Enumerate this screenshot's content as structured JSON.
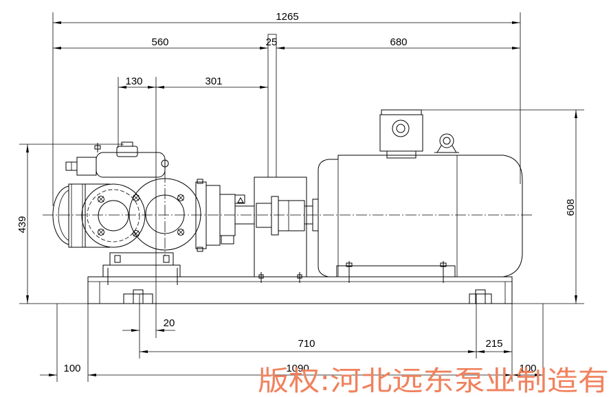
{
  "drawing": {
    "dimensions": {
      "top_overall": "1265",
      "top_left": "560",
      "top_gap": "25",
      "top_right": "680",
      "upper_left": "130",
      "upper_right": "301",
      "height_left": "439",
      "height_right": "608",
      "offset_small": "20",
      "base_span": "710",
      "base_right": "215",
      "bottom_left": "100",
      "bottom_span": "1090",
      "bottom_right": "100"
    },
    "colors": {
      "line": "#000000",
      "background": "#ffffff"
    }
  },
  "watermark": {
    "text": "版权:河北远东泵业制造有",
    "color": "#f0825e"
  }
}
